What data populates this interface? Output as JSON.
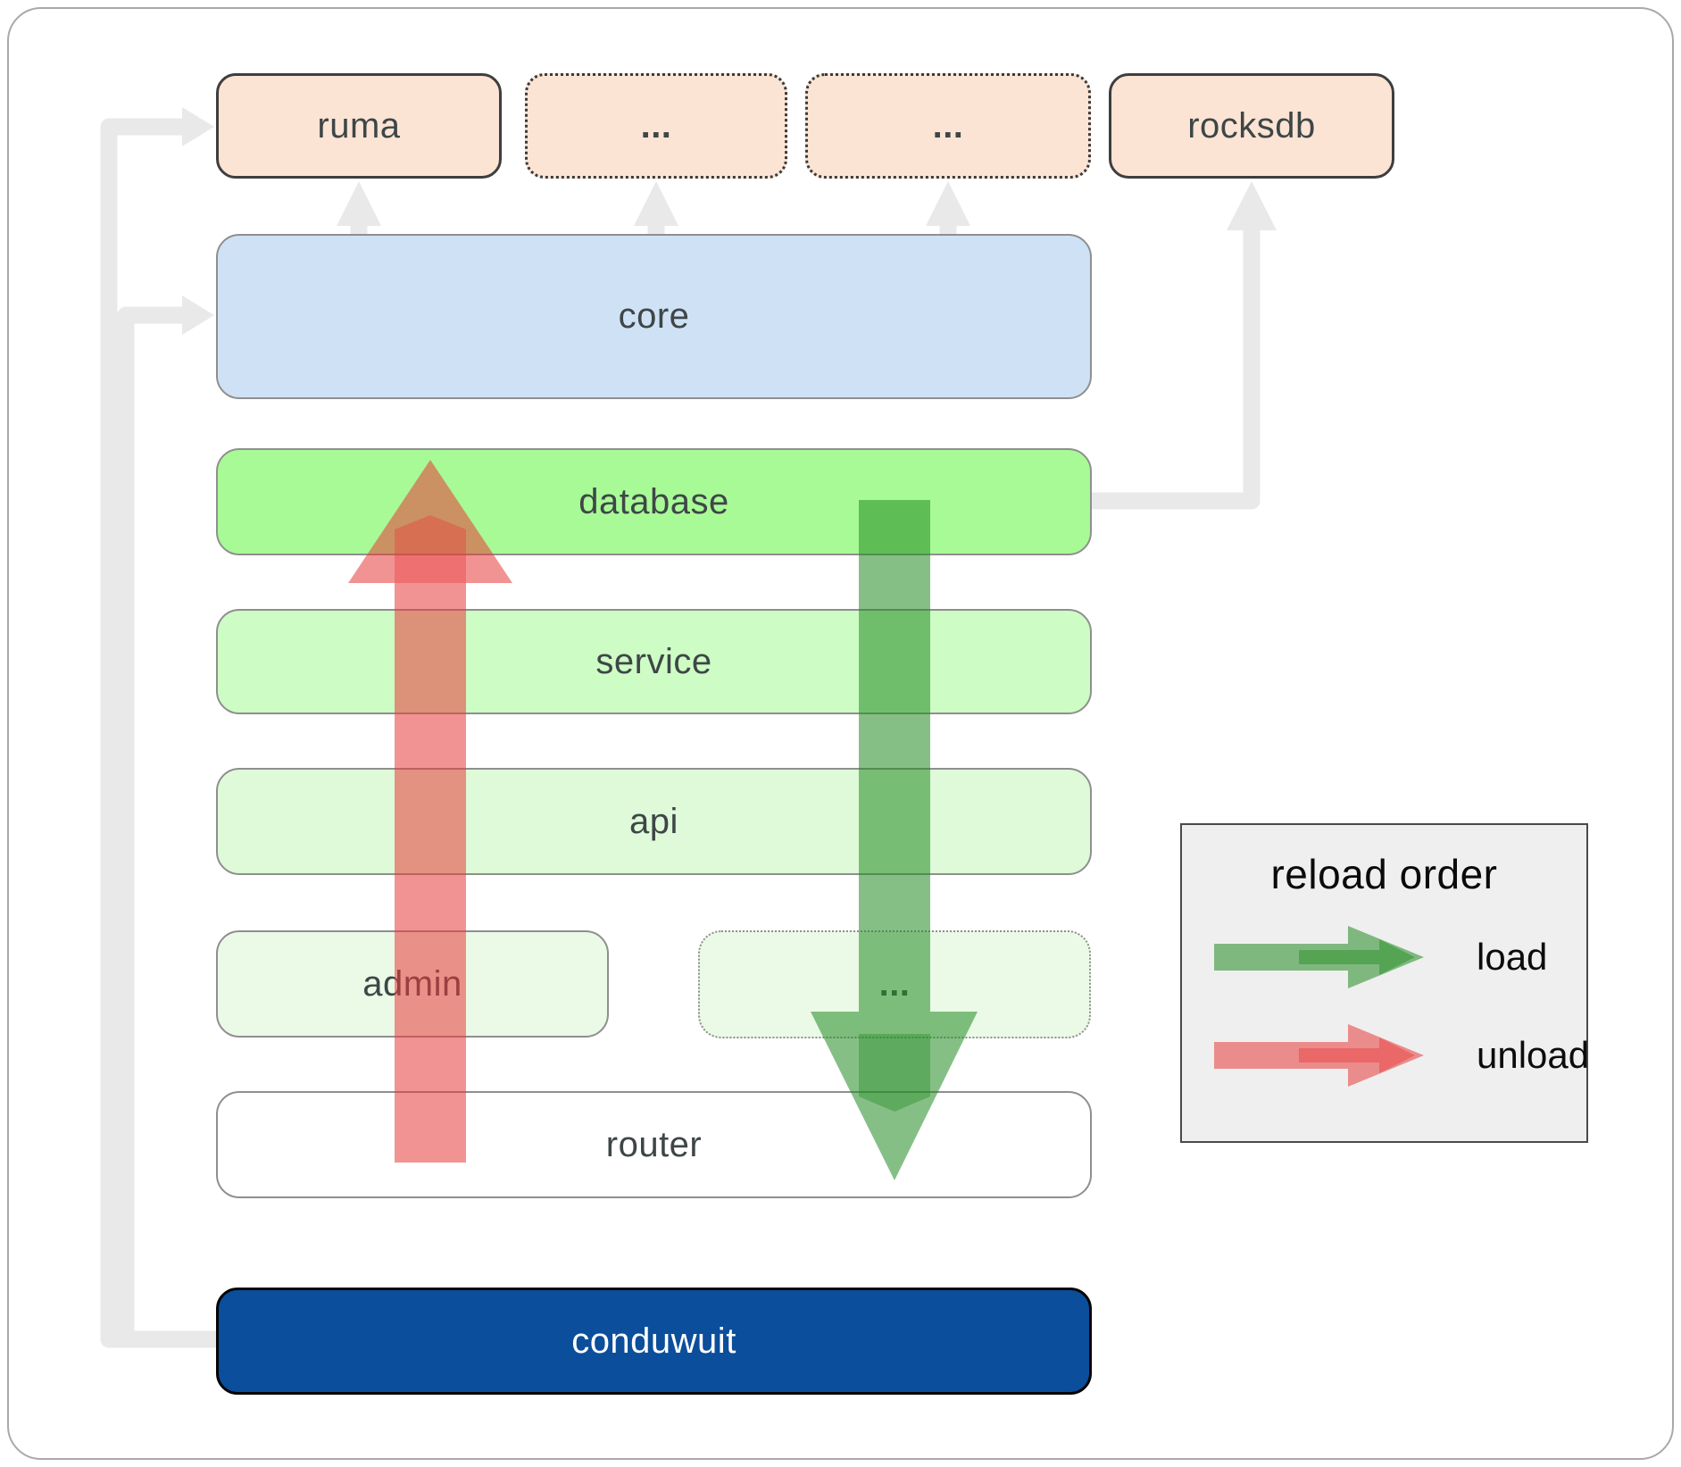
{
  "colors": {
    "load": "#228b22",
    "unload": "#e83b3b",
    "connector": "#e9e9e9",
    "peach": "#fce4d4",
    "blue": "#cfe2f5",
    "green_database": "#a8fa96",
    "green_service": "#cdfcc5",
    "green_api": "#defad8",
    "green_admin": "#eafae6",
    "conduwuit_bg": "#0b4e9b",
    "box_border_dark": "#3e3e3e",
    "box_border_gray": "#8f8f8f",
    "text": "#3e4647"
  },
  "boxes": {
    "ruma": "ruma",
    "ellipsis_top_1": "...",
    "ellipsis_top_2": "...",
    "rocksdb": "rocksdb",
    "core": "core",
    "database": "database",
    "service": "service",
    "api": "api",
    "admin": "admin",
    "ellipsis_admin": "...",
    "router": "router",
    "conduwuit": "conduwuit"
  },
  "legend": {
    "title": "reload order",
    "load_label": "load",
    "unload_label": "unload"
  }
}
